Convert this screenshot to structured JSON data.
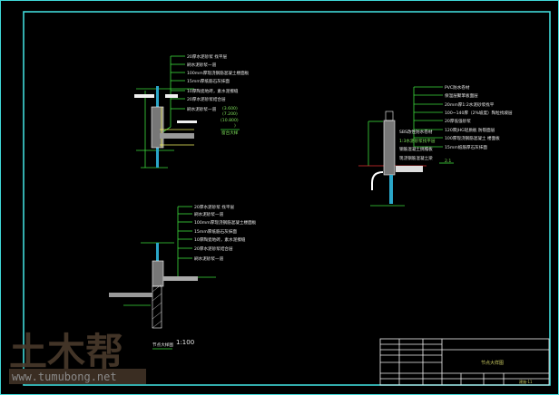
{
  "detail1": {
    "labels": [
      "20厚水泥砂浆 找平层",
      "刷水泥砂浆一道",
      "100mm厚现浇钢筋混凝土楼面板",
      "15mm厚纸筋石灰抹面",
      "10厚陶瓷地砖，素水泥擦缝",
      "20厚水泥砂浆结合层",
      "刷水泥砂浆一道"
    ],
    "elevations": [
      "(3.600)",
      "(7.200)",
      "(10.800)",
      ")"
    ],
    "tag": "窗台大样"
  },
  "detail2": {
    "labels_right": [
      "PVC防水卷材",
      "保温层聚苯板面层",
      "20mm厚1:2水泥砂浆找平",
      "100~140厚（2%坡度）陶粒找坡层",
      "20厚低强砂浆",
      "120厚JHG轻质板 防裂面层",
      "100厚现浇钢筋混凝土 楼面板",
      "15mm纸筋厚石灰抹面"
    ],
    "labels_left": [
      "SBS改性防水卷材",
      "1:3水泥砂浆找平层",
      "钢筋混凝土挑檐板",
      "现浇钢筋混凝土梁"
    ],
    "slope": "2.1"
  },
  "detail3": {
    "labels": [
      "20厚水泥砂浆 找平层",
      "刷水泥砂浆一道",
      "100mm厚现浇钢筋混凝土楼面板",
      "15mm厚纸筋石灰抹面",
      "10厚陶瓷地砖，素水泥擦缝",
      "20厚水泥砂浆结合层",
      "刷水泥砂浆一道"
    ],
    "caption": "节点大样图",
    "scale": "1:100"
  },
  "title_block": {
    "drawing_name": "节点大样图",
    "drawing_no": "建施-11"
  },
  "watermark": {
    "logo": "土木帮",
    "url": "www.tumubong.net"
  },
  "colors": {
    "background": "#000000",
    "frame": "#40d8d8",
    "leader": "#3ddc3d",
    "text": "#e8e8e8"
  }
}
